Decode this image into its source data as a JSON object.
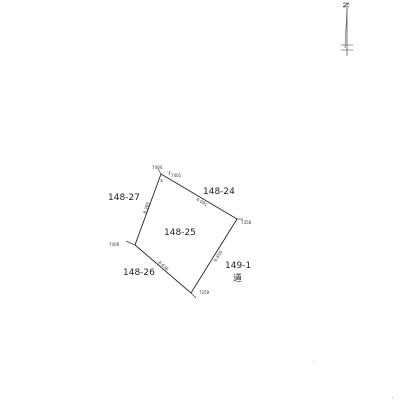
{
  "map": {
    "north_label": "N",
    "road_label": "道",
    "lots": {
      "subject": "148-25",
      "north_east": "148-24",
      "north_west": "148-27",
      "south_west": "148-26",
      "east": "149-1"
    },
    "points": {
      "top_outer": "7404",
      "top_inner": "7401",
      "right": "7358",
      "left": "7406",
      "bottom": "7359"
    },
    "edges": {
      "top": "6.091",
      "left": "8.385",
      "right": "8.450",
      "bottom": "8.636"
    },
    "corner_marks": {
      "top_left": "①",
      "top_small": "7401"
    }
  }
}
